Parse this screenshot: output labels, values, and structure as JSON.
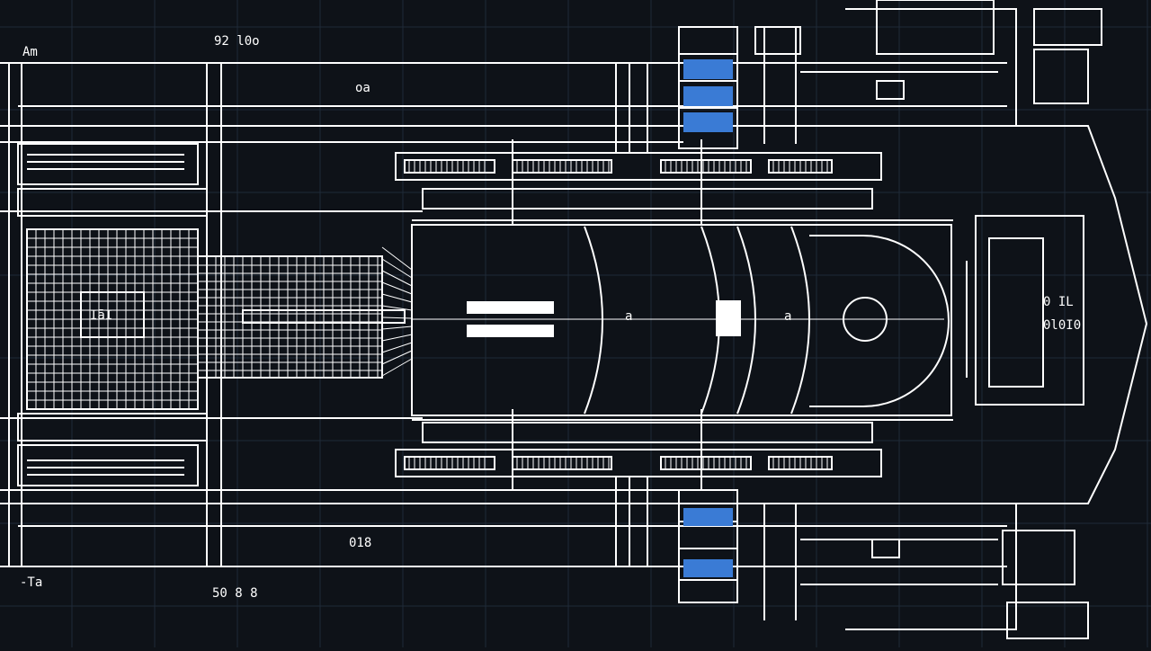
{
  "drawing": {
    "background": "#0e1218",
    "grid_color": "#1f2a38",
    "line_color": "#ffffff",
    "accent_color": "#3a7bd5",
    "labels": {
      "top_left": "Аm",
      "top_dim": "92 l0o",
      "upper_center": "oa",
      "left_block": "IāI",
      "core_a": "a",
      "core_b": "a",
      "right_top": "0 IL",
      "right_bottom": "0l0I0",
      "lower_center": "018",
      "bottom_left": "-Ta",
      "bottom_dim": "50 8 8"
    }
  }
}
